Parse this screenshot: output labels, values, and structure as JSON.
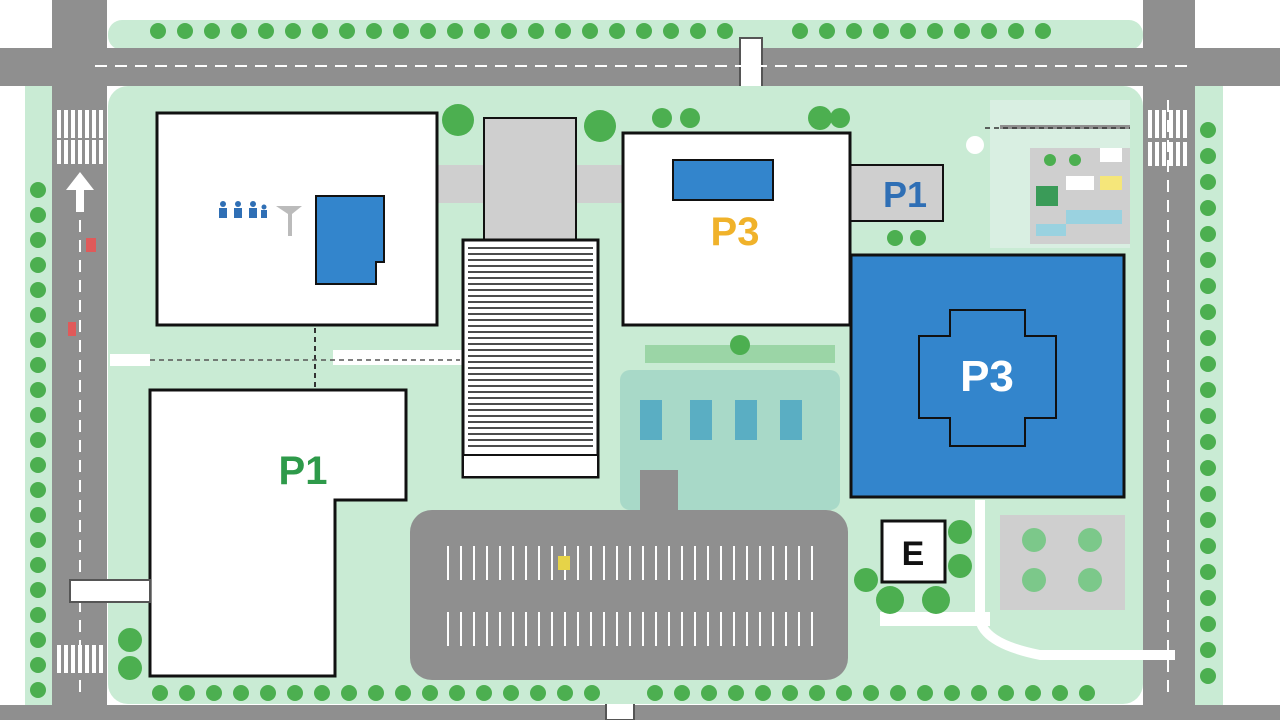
{
  "map": {
    "labels": {
      "p1_small": "P1",
      "p3_building": "P3",
      "p3_blue": "P3",
      "p1_large": "P1",
      "e_marker": "E"
    },
    "colors": {
      "road": "#8f8f8f",
      "grass": "#c9ebd4",
      "tree": "#4caf50",
      "building": "#ffffff",
      "building_outline": "#111111",
      "blue": "#3385cc",
      "walkway": "#cfcfcf",
      "p1_green": "#2e9a4a",
      "p3_yellow": "#f0b22a",
      "p1_blue_text": "#2f6fb5"
    }
  }
}
